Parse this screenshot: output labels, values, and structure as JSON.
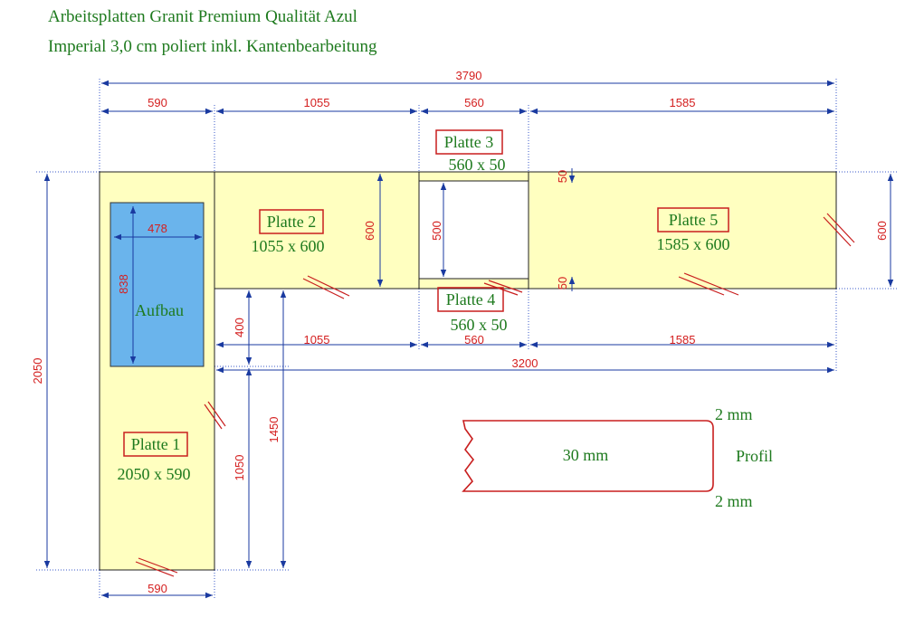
{
  "header": {
    "line1": "Arbeitsplatten Granit Premium Qualität Azul",
    "line2": "Imperial 3,0 cm poliert inkl. Kantenbearbeitung"
  },
  "plates": {
    "p1": {
      "name": "Platte 1",
      "size": "2050 x 590"
    },
    "p2": {
      "name": "Platte 2",
      "size": "1055 x 600"
    },
    "p3": {
      "name": "Platte 3",
      "size": "560 x 50"
    },
    "p4": {
      "name": "Platte 4",
      "size": "560 x 50"
    },
    "p5": {
      "name": "Platte 5",
      "size": "1585 x 600"
    }
  },
  "cutout": {
    "label": "Aufbau",
    "width": "478",
    "height": "838"
  },
  "dims": {
    "total_top": "3790",
    "top_590": "590",
    "top_1055": "1055",
    "top_560": "560",
    "top_1585": "1585",
    "left_2050": "2050",
    "p2_600": "600",
    "gap_500": "500",
    "p3_50": "50",
    "p4_50": "50",
    "p5_600": "600",
    "v_400": "400",
    "v_1050": "1050",
    "v_1450": "1450",
    "mid_1055": "1055",
    "mid_560": "560",
    "mid_1585": "1585",
    "mid_3200": "3200",
    "bottom_590": "590"
  },
  "profile": {
    "thickness": "30 mm",
    "top_edge": "2 mm",
    "bottom_edge": "2 mm",
    "label": "Profil"
  },
  "colors": {
    "plate_fill": "#ffffc0",
    "cutout_fill": "#6ab4ec",
    "dimension": "#d42020",
    "dim_line": "#1a3aa0",
    "label_text": "#1e7a1e",
    "box_border": "#c81e1e"
  }
}
